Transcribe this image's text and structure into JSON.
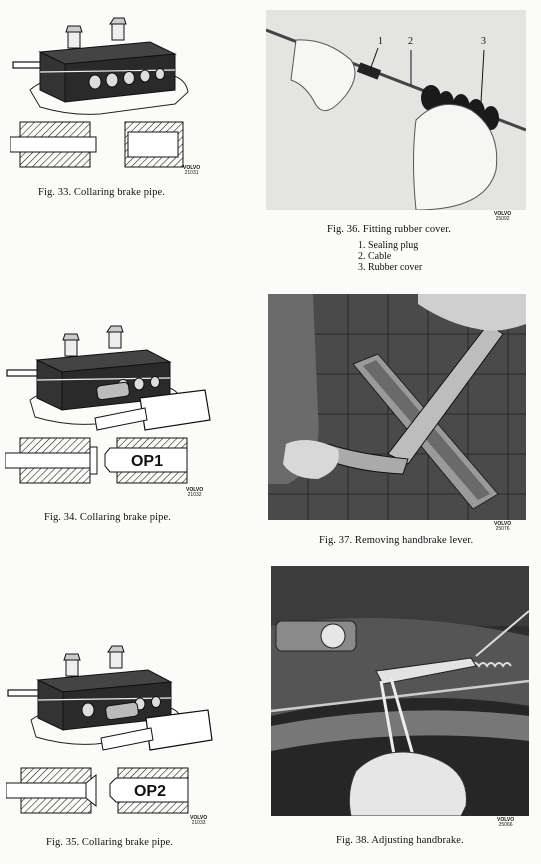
{
  "figures": {
    "fig33": {
      "caption": "Fig. 33. Collaring brake pipe.",
      "stamp_brand": "VOLVO",
      "stamp_code": "21031"
    },
    "fig34": {
      "caption": "Fig. 34. Collaring brake pipe.",
      "stamp_brand": "VOLVO",
      "stamp_code": "21032",
      "die_label": "OP1"
    },
    "fig35": {
      "caption": "Fig. 35. Collaring brake pipe.",
      "stamp_brand": "VOLVO",
      "stamp_code": "21033",
      "die_label": "OP2"
    },
    "fig36": {
      "caption": "Fig. 36. Fitting rubber cover.",
      "stamp_brand": "VOLVO",
      "stamp_code": "25092",
      "callouts": [
        "1",
        "2",
        "3"
      ],
      "legend": [
        "1.  Sealing plug",
        "2.  Cable",
        "3.  Rubber cover"
      ]
    },
    "fig37": {
      "caption": "Fig. 37. Removing handbrake lever.",
      "stamp_brand": "VOLVO",
      "stamp_code": "25076"
    },
    "fig38": {
      "caption": "Fig. 38. Adjusting handbrake.",
      "stamp_brand": "VOLVO",
      "stamp_code": "25066"
    }
  }
}
